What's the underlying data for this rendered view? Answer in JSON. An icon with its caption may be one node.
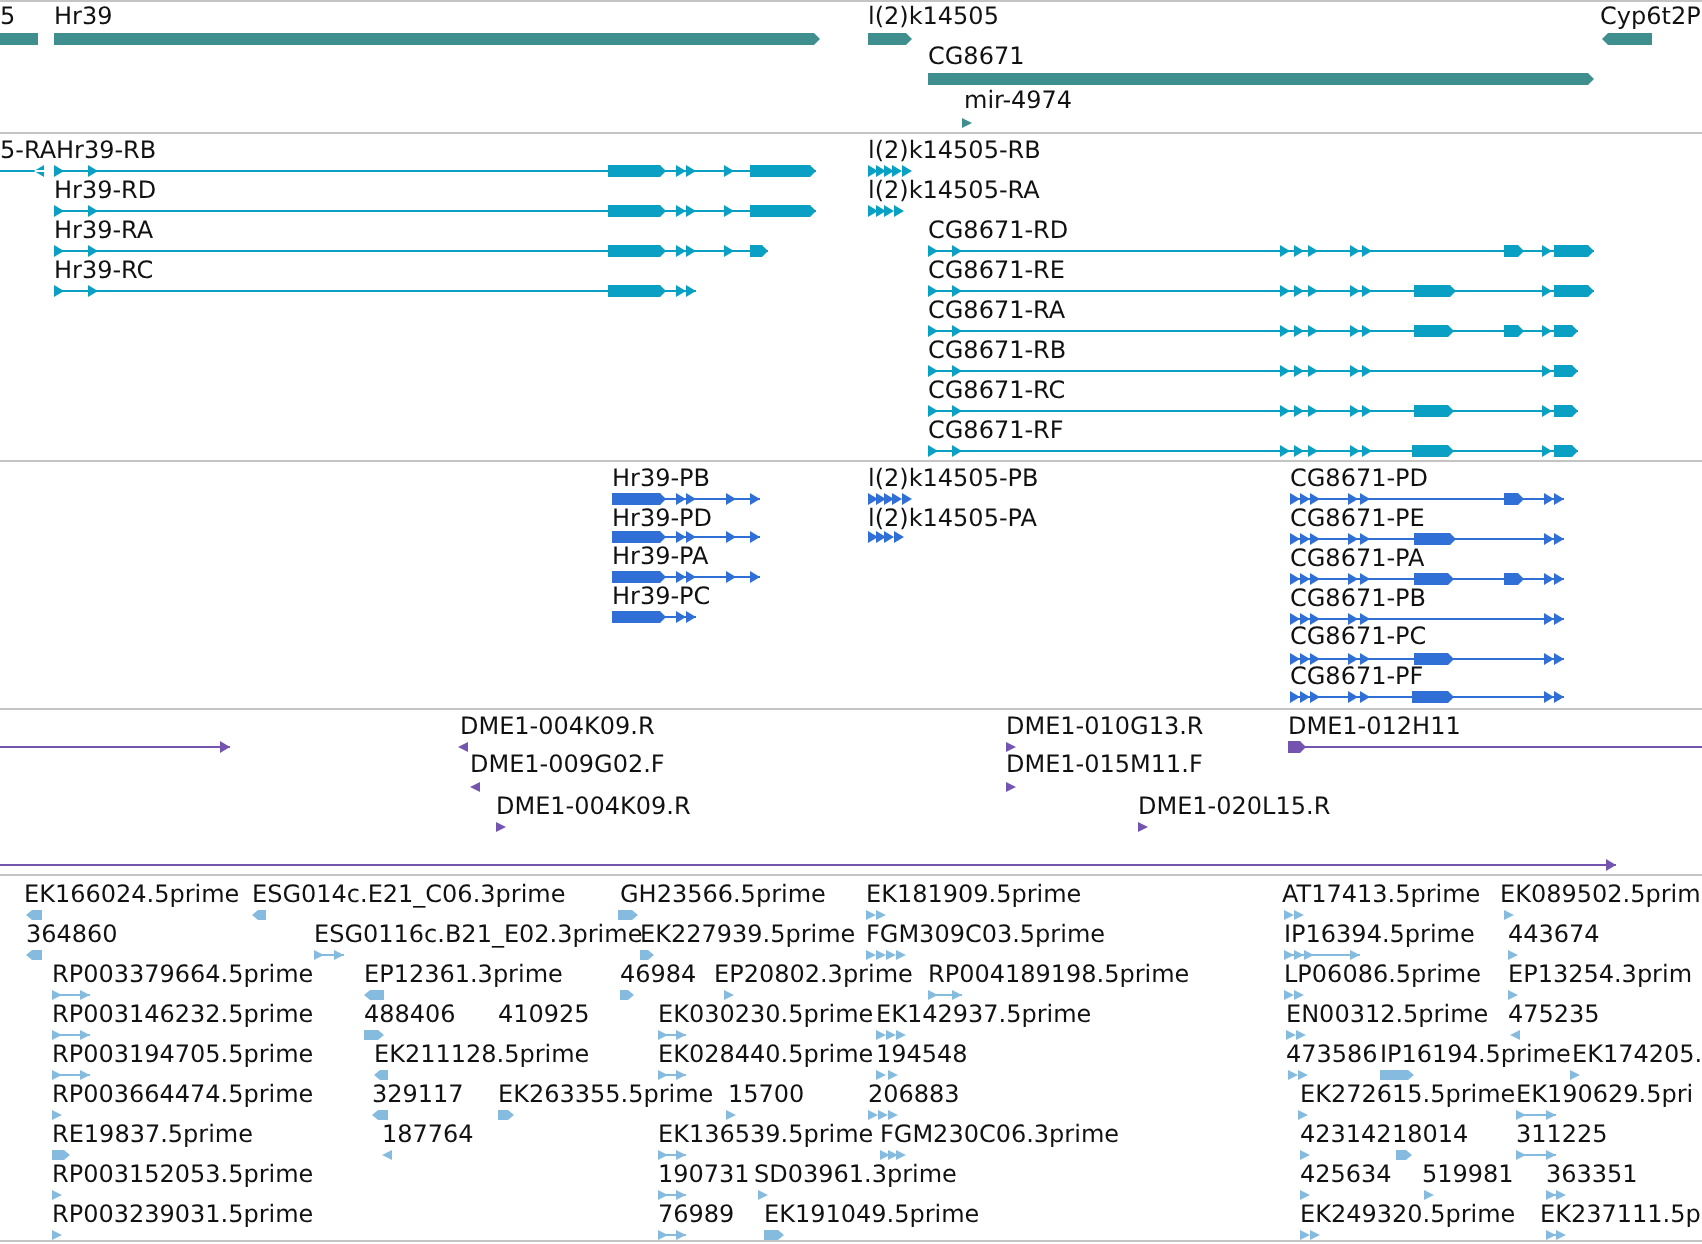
{
  "diagram": {
    "labels": [
      "5",
      "Hr39",
      "l(2)k14505",
      "Cyp6t2P",
      "CG8671",
      "mir-4974",
      "5-RA",
      "Hr39-RB",
      "l(2)k14505-RB",
      "Hr39-RD",
      "l(2)k14505-RA",
      "Hr39-RA",
      "CG8671-RD",
      "Hr39-RC",
      "CG8671-RE",
      "CG8671-RA",
      "CG8671-RB",
      "CG8671-RC",
      "CG8671-RF",
      "Hr39-PB",
      "l(2)k14505-PB",
      "CG8671-PD",
      "Hr39-PD",
      "l(2)k14505-PA",
      "CG8671-PE",
      "Hr39-PA",
      "CG8671-PA",
      "Hr39-PC",
      "CG8671-PB",
      "CG8671-PC",
      "CG8671-PF",
      "DME1-004K09.R",
      "DME1-010G13.R",
      "DME1-012H11",
      "DME1-009G02.F",
      "DME1-015M11.F",
      "DME1-004K09.R",
      "DME1-020L15.R",
      "EK166024.5prime",
      "ESG014c.E21_C06.3prime",
      "GH23566.5prime",
      "EK181909.5prime",
      "AT17413.5prime",
      "EK089502.5prim",
      "364860",
      "ESG0116c.B21_E02.3prime",
      "EK227939.5prime",
      "FGM309C03.5prime",
      "IP16394.5prime",
      "443674",
      "RP003379664.5prime",
      "EP12361.3prime",
      "46984",
      "EP20802.3prime",
      "RP004189198.5prime",
      "LP06086.5prime",
      "EP13254.3prim",
      "RP003146232.5prime",
      "488406",
      "410925",
      "EK030230.5prime",
      "EK142937.5prime",
      "EN00312.5prime",
      "475235",
      "RP003194705.5prime",
      "EK211128.5prime",
      "EK028440.5prime",
      "194548",
      "473586",
      "IP16194.5prime",
      "EK174205.",
      "RP003664474.5prime",
      "329117",
      "EK263355.5prime",
      "15700",
      "206883",
      "EK272615.5prime",
      "EK190629.5pri",
      "RE19837.5prime",
      "187764",
      "EK136539.5prime",
      "FGM230C06.3prime",
      "423142",
      "18014",
      "311225",
      "RP003152053.5prime",
      "190731",
      "SD03961.3prime",
      "425634",
      "519981",
      "363351",
      "RP003239031.5prime",
      "76989",
      "EK191049.5prime",
      "EK249320.5prime",
      "EK237111.5p"
    ]
  }
}
